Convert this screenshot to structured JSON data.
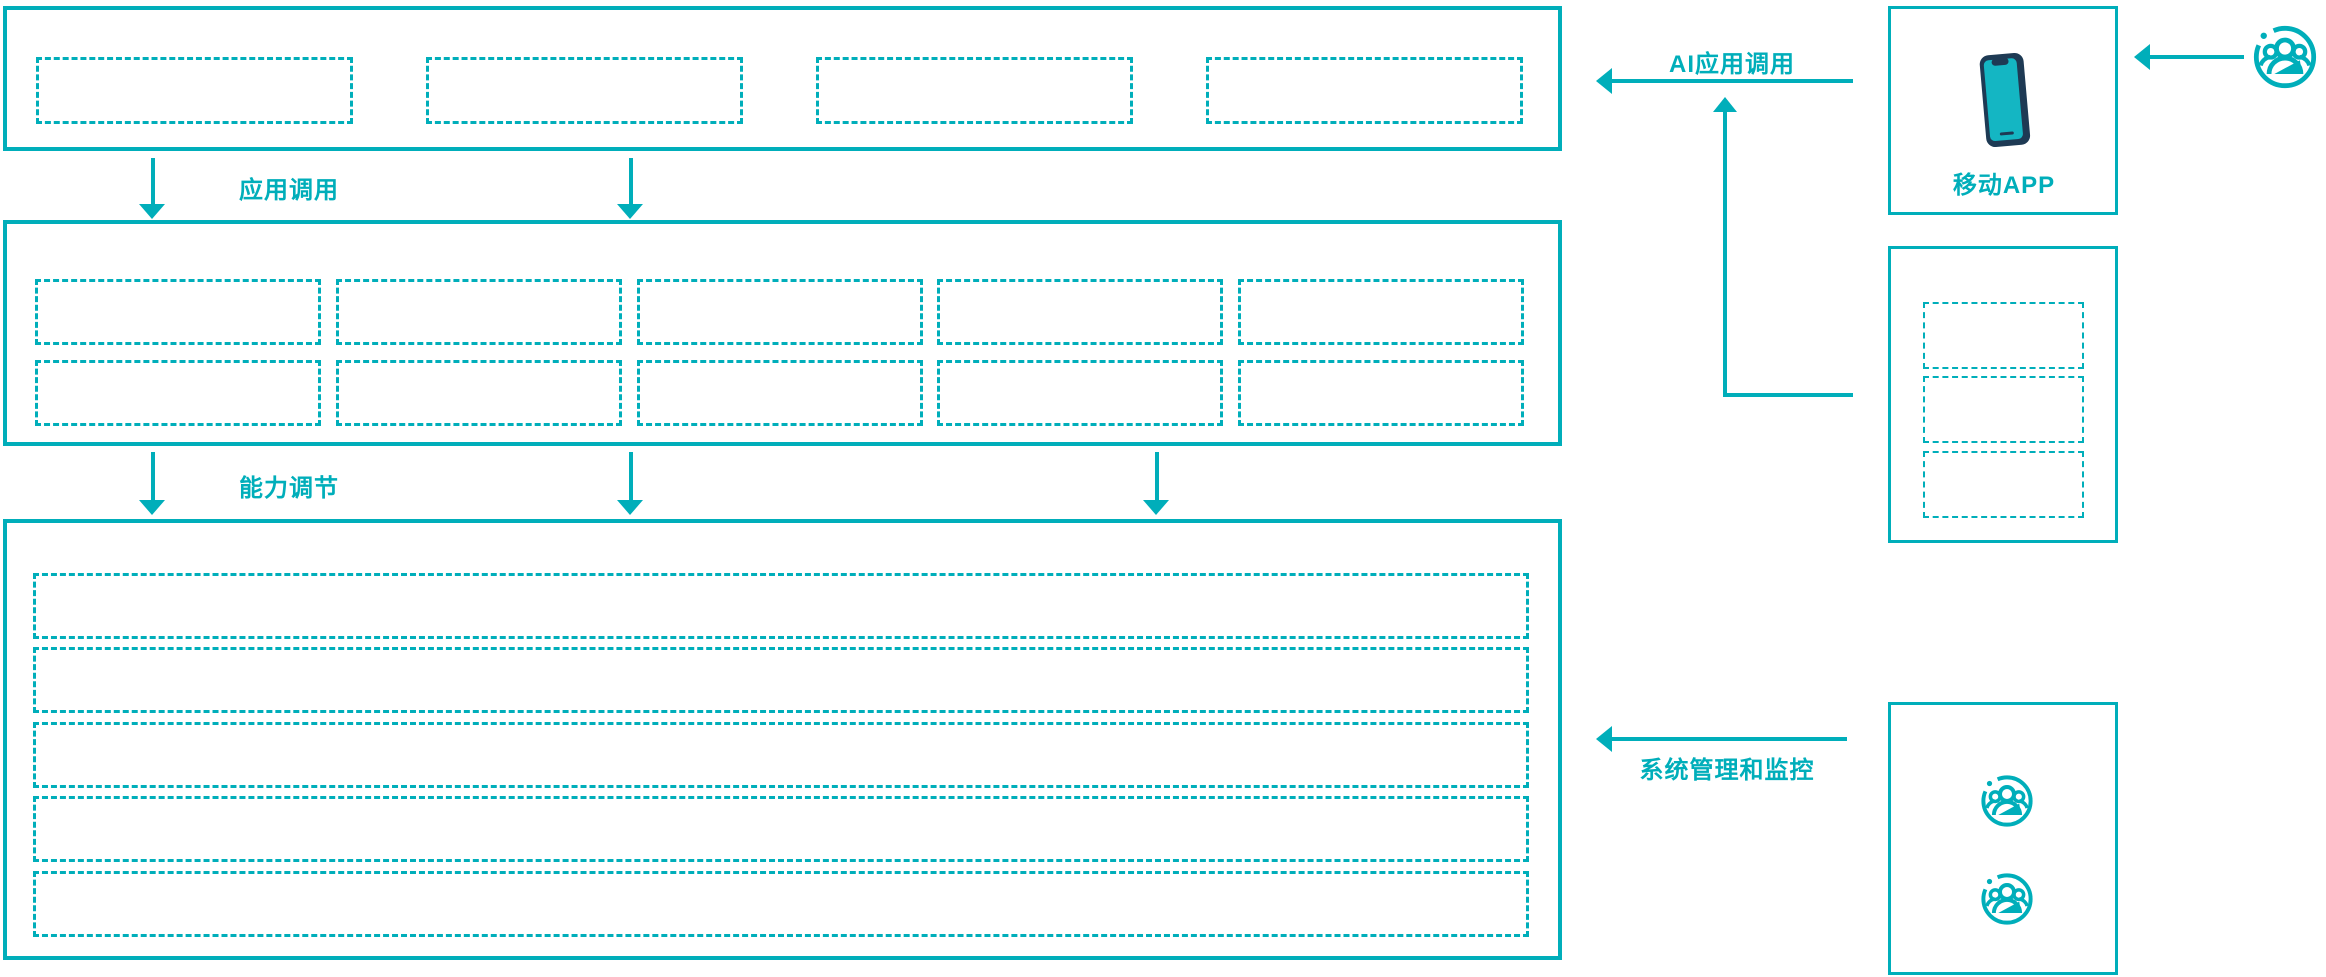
{
  "diagram": {
    "labels": {
      "app_call": "应用调用",
      "capability_adjust": "能力调节",
      "ai_app_call": "AI应用调用",
      "system_monitor": "系统管理和监控",
      "mobile_app": "移动APP"
    },
    "colors": {
      "accent": "#00AEBA",
      "phone_frame": "#1E3A54",
      "phone_screen": "#14B6C3"
    },
    "structure": {
      "top_layer_placeholders": 4,
      "middle_layer_rows": 2,
      "middle_layer_columns": 5,
      "bottom_layer_rows": 5,
      "right_panel_placeholders": 3,
      "admin_user_icons": 2
    },
    "icons": [
      "mobile-phone-icon",
      "user-group-icon"
    ]
  }
}
